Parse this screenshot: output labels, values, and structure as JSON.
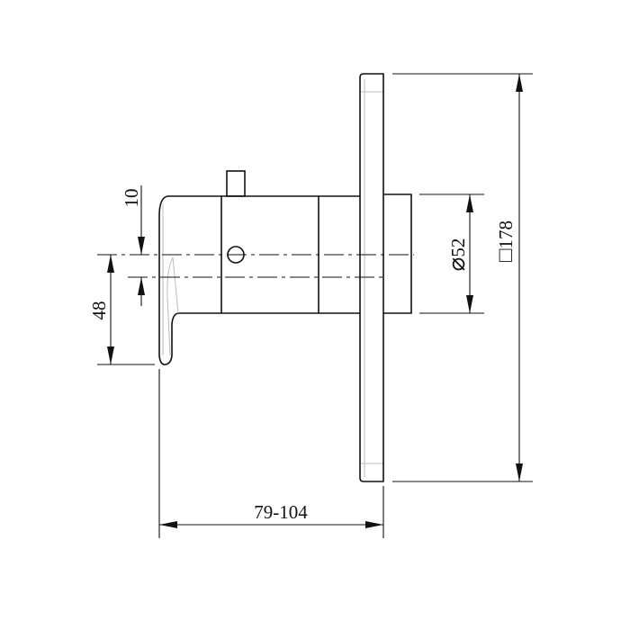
{
  "dimensions": {
    "lever_offset": "10",
    "lever_length": "48",
    "trim_diameter": "52",
    "trim_diameter_symbol": "⌀",
    "plate_size": "178",
    "plate_size_symbol": "□",
    "depth_range": "79-104"
  },
  "colors": {
    "line": "#111111",
    "background": "#ffffff"
  }
}
